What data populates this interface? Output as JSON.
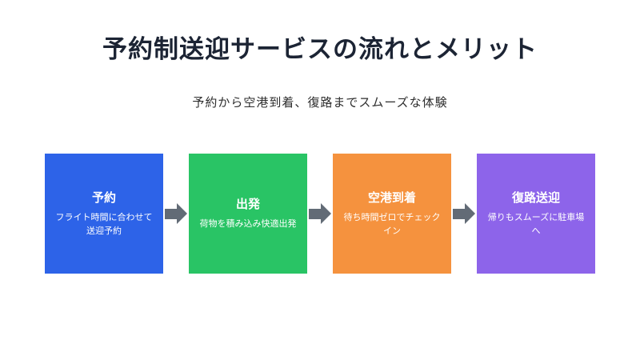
{
  "page": {
    "title": "予約制送迎サービスの流れとメリット",
    "subtitle": "予約から空港到着、復路までスムーズな体験"
  },
  "flow": {
    "arrow_color": "#626b76",
    "steps": [
      {
        "title": "予約",
        "description": "フライト時間に合わせて送迎予約",
        "color": "#2d63e8"
      },
      {
        "title": "出発",
        "description": "荷物を積み込み快適出発",
        "color": "#29c465"
      },
      {
        "title": "空港到着",
        "description": "待ち時間ゼロでチェックイン",
        "color": "#f5923e"
      },
      {
        "title": "復路送迎",
        "description": "帰りもスムーズに駐車場へ",
        "color": "#8d64ea"
      }
    ]
  }
}
